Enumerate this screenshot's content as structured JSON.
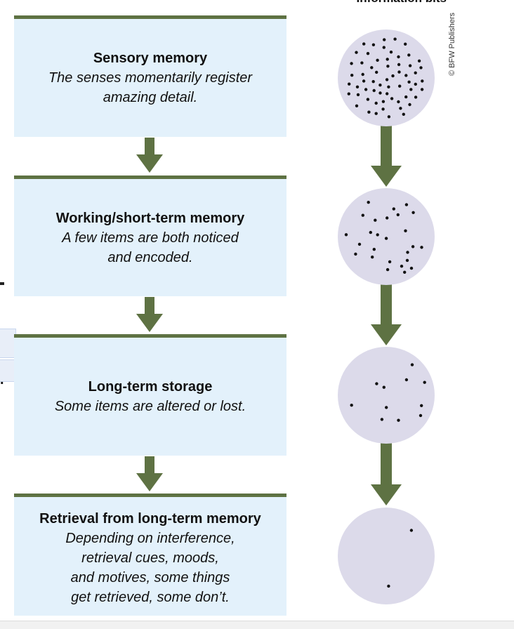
{
  "header": {
    "column_label": "Information bits",
    "credit": "© BFW Publishers"
  },
  "stages": [
    {
      "title": "Sensory memory",
      "description": "The senses momentarily register\namazing detail."
    },
    {
      "title": "Working/short-term memory",
      "description": "A few items are both noticed\nand encoded."
    },
    {
      "title": "Long-term storage",
      "description": "Some items are altered or lost."
    },
    {
      "title": "Retrieval from long-term memory",
      "description": "Depending on interference,\nretrieval cues, moods,\nand motives, some things\nget retrieved, some don’t."
    }
  ],
  "colors": {
    "box_fill": "#e3f1fb",
    "accent_green": "#5e7243",
    "circle_fill": "#dcdaea",
    "dot": "#111111"
  },
  "fragments": {
    "left_punctuation": "."
  }
}
